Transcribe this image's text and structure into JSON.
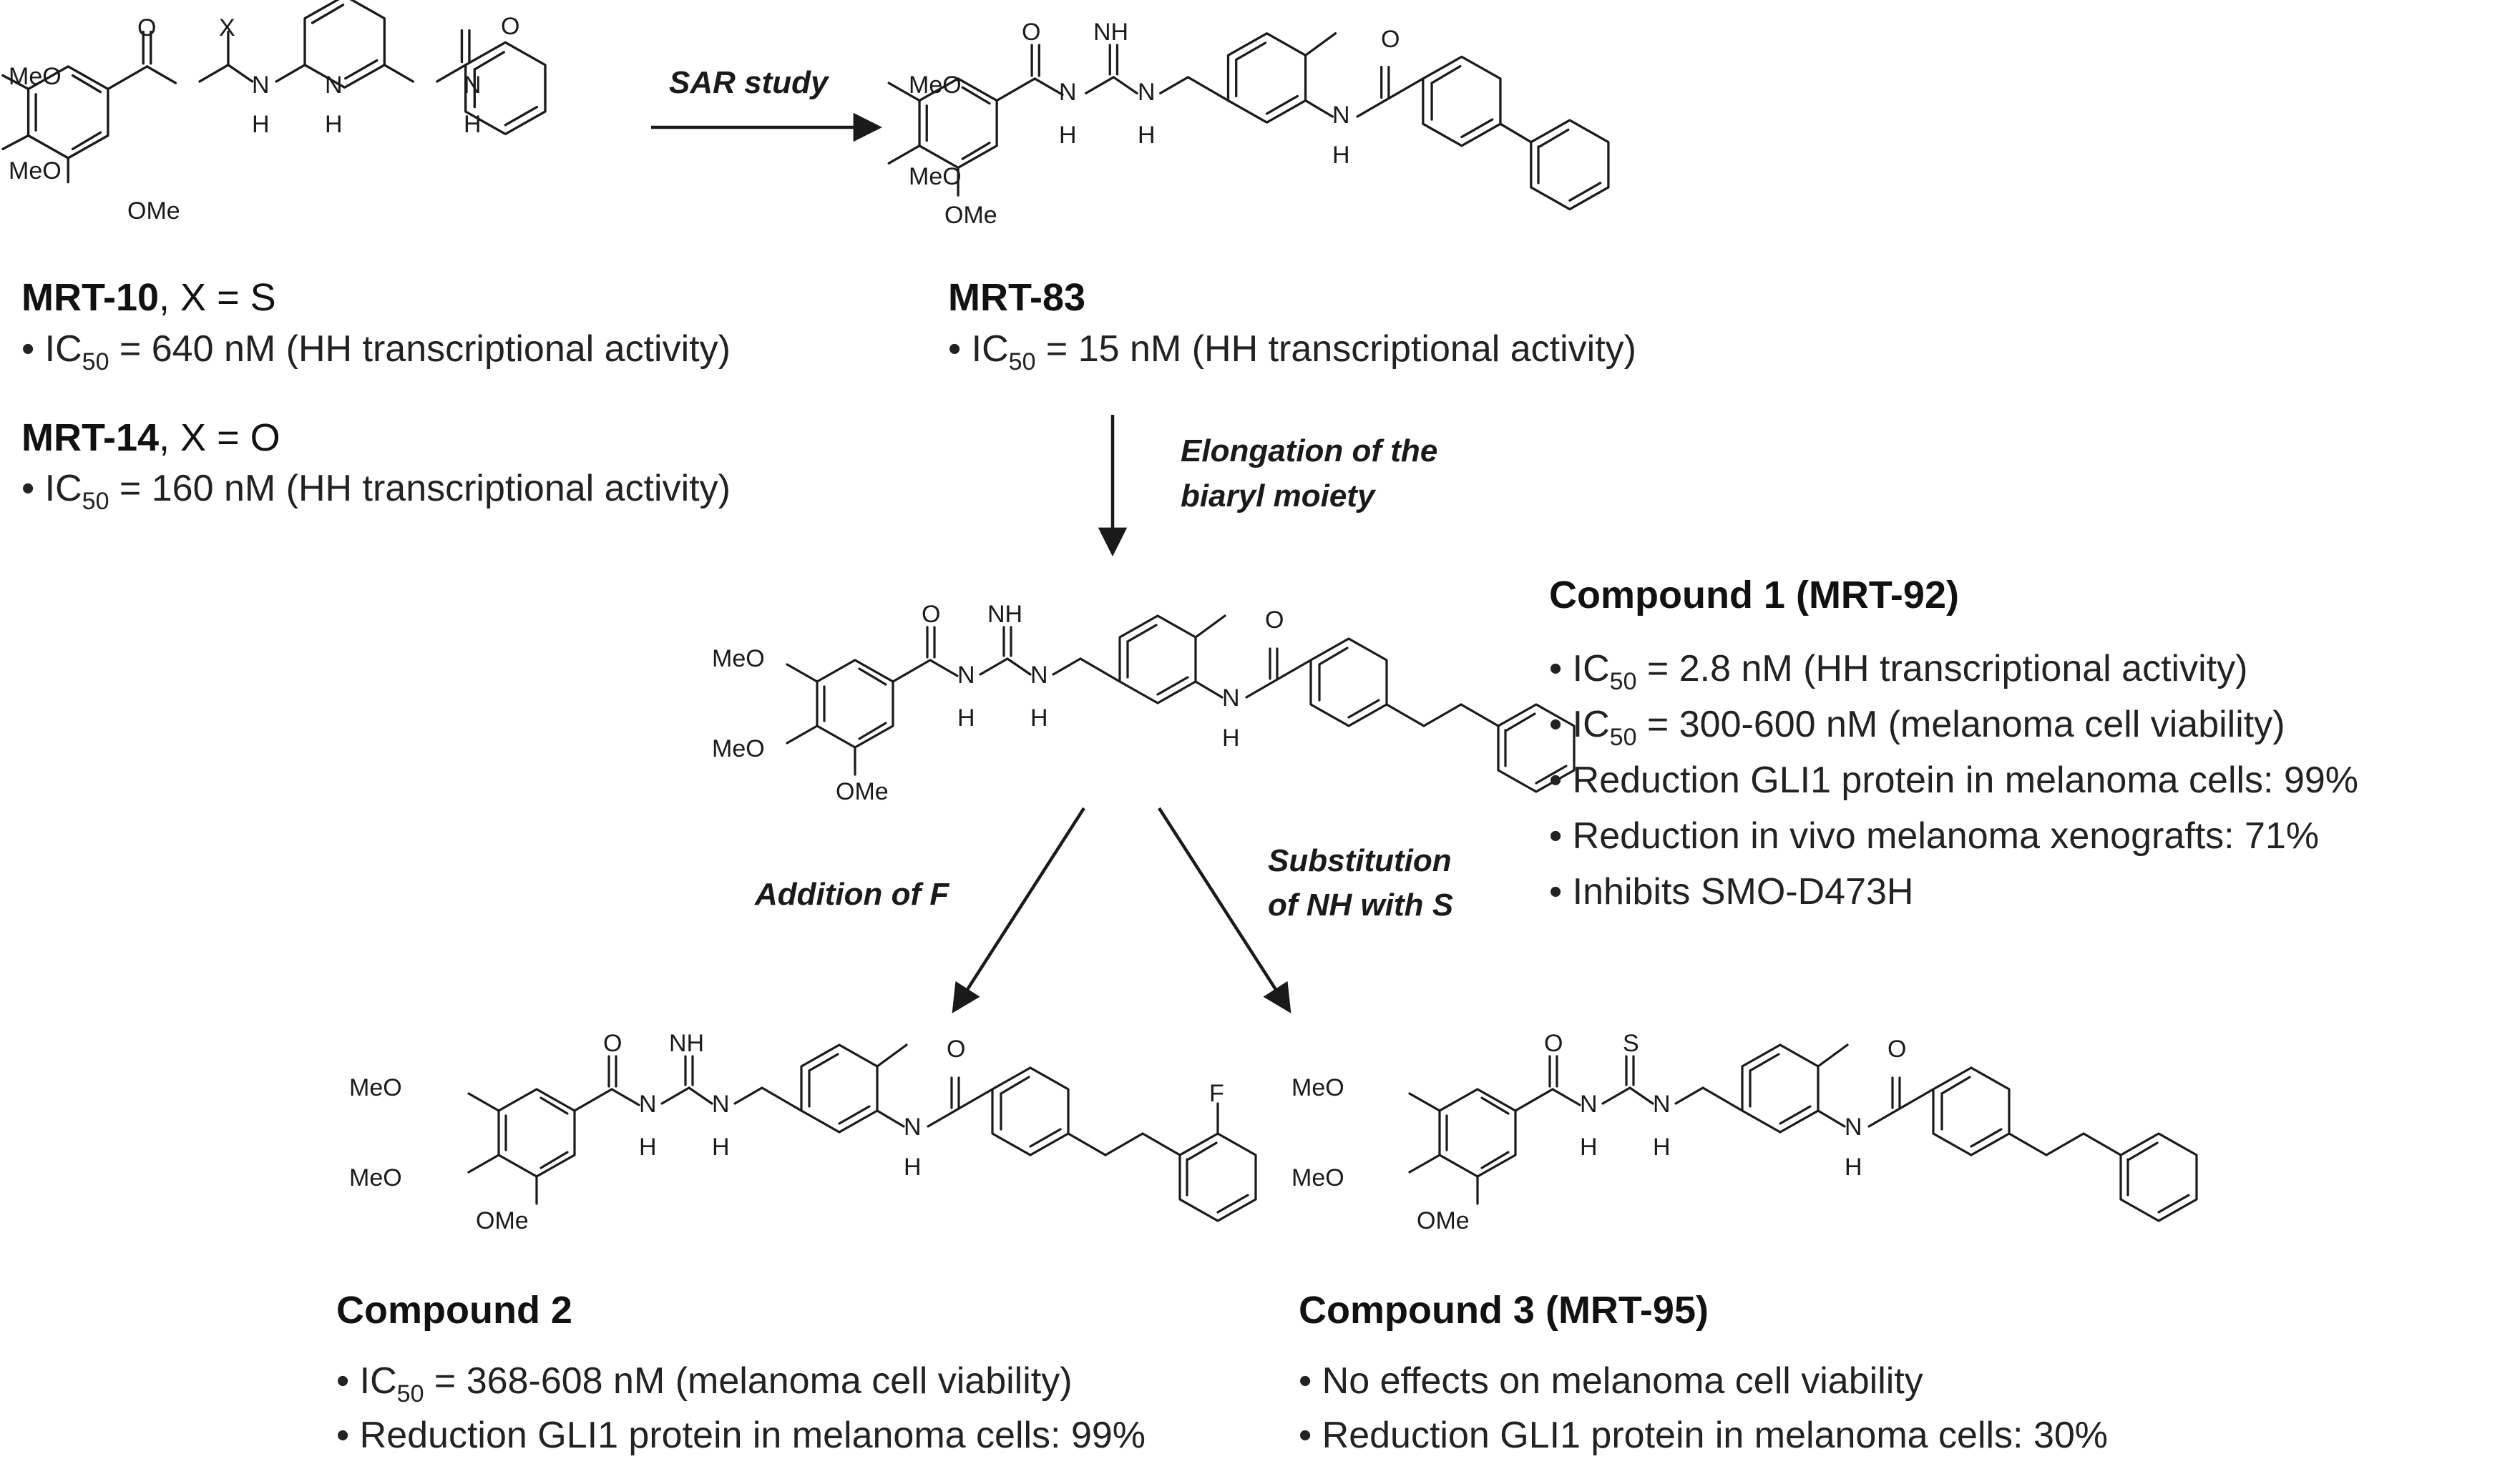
{
  "atoms": {
    "meo": "MeO",
    "ome": "OMe",
    "o": "O",
    "h": "H",
    "n": "N",
    "x": "X",
    "nh": "NH",
    "s": "S",
    "f": "F"
  },
  "arrows": {
    "sar": "SAR study",
    "elong1": "Elongation of the",
    "elong2": "biaryl moiety",
    "addF": "Addition of F",
    "subst1": "Substitution",
    "subst2": "of NH with S"
  },
  "mrt10": {
    "name": "MRT-10",
    "suffix": ", X = S",
    "pre": "• IC",
    "sub": "50",
    "post": " = 640 nM (HH transcriptional activity)"
  },
  "mrt14": {
    "name": "MRT-14",
    "suffix": ", X = O",
    "pre": "• IC",
    "sub": "50",
    "post": " = 160 nM (HH transcriptional activity)"
  },
  "mrt83": {
    "name": "MRT-83",
    "pre": "• IC",
    "sub": "50",
    "post": " = 15 nM (HH transcriptional activity)"
  },
  "compound1": {
    "name": "Compound 1 (MRT-92)",
    "b1": {
      "pre": "• IC",
      "sub": "50",
      "post": " = 2.8 nM (HH transcriptional activity)"
    },
    "b2": {
      "pre": "• IC",
      "sub": "50",
      "post": " = 300-600 nM (melanoma cell viability)"
    },
    "b3": "• Reduction GLI1 protein in melanoma cells: 99%",
    "b4": "• Reduction in vivo melanoma xenografts: 71%",
    "b5": "• Inhibits SMO-D473H"
  },
  "compound2": {
    "name": "Compound 2",
    "b1": {
      "pre": "• IC",
      "sub": "50",
      "post": " = 368-608 nM (melanoma cell viability)"
    },
    "b2": "• Reduction GLI1 protein in melanoma cells: 99%"
  },
  "compound3": {
    "name": "Compound 3 (MRT-95)",
    "b1": "• No effects on melanoma cell viability",
    "b2": "• Reduction GLI1 protein in melanoma cells: 30%"
  }
}
